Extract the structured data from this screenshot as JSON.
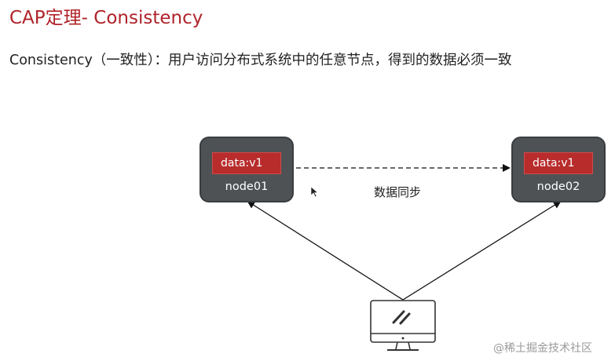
{
  "header": {
    "title": "CAP定理- Consistency",
    "description": "Consistency（一致性）：用户访问分布式系统中的任意节点，得到的数据必须一致"
  },
  "diagram": {
    "nodes": [
      {
        "data": "data:v1",
        "label": "node01"
      },
      {
        "data": "data:v1",
        "label": "node02"
      }
    ],
    "sync_label": "数据同步",
    "client_icon": "monitor-icon"
  },
  "watermark": "@稀土掘金技术社区",
  "colors": {
    "title": "#b0232a",
    "node_bg": "#4e5255",
    "data_bg": "#b82c2c"
  }
}
